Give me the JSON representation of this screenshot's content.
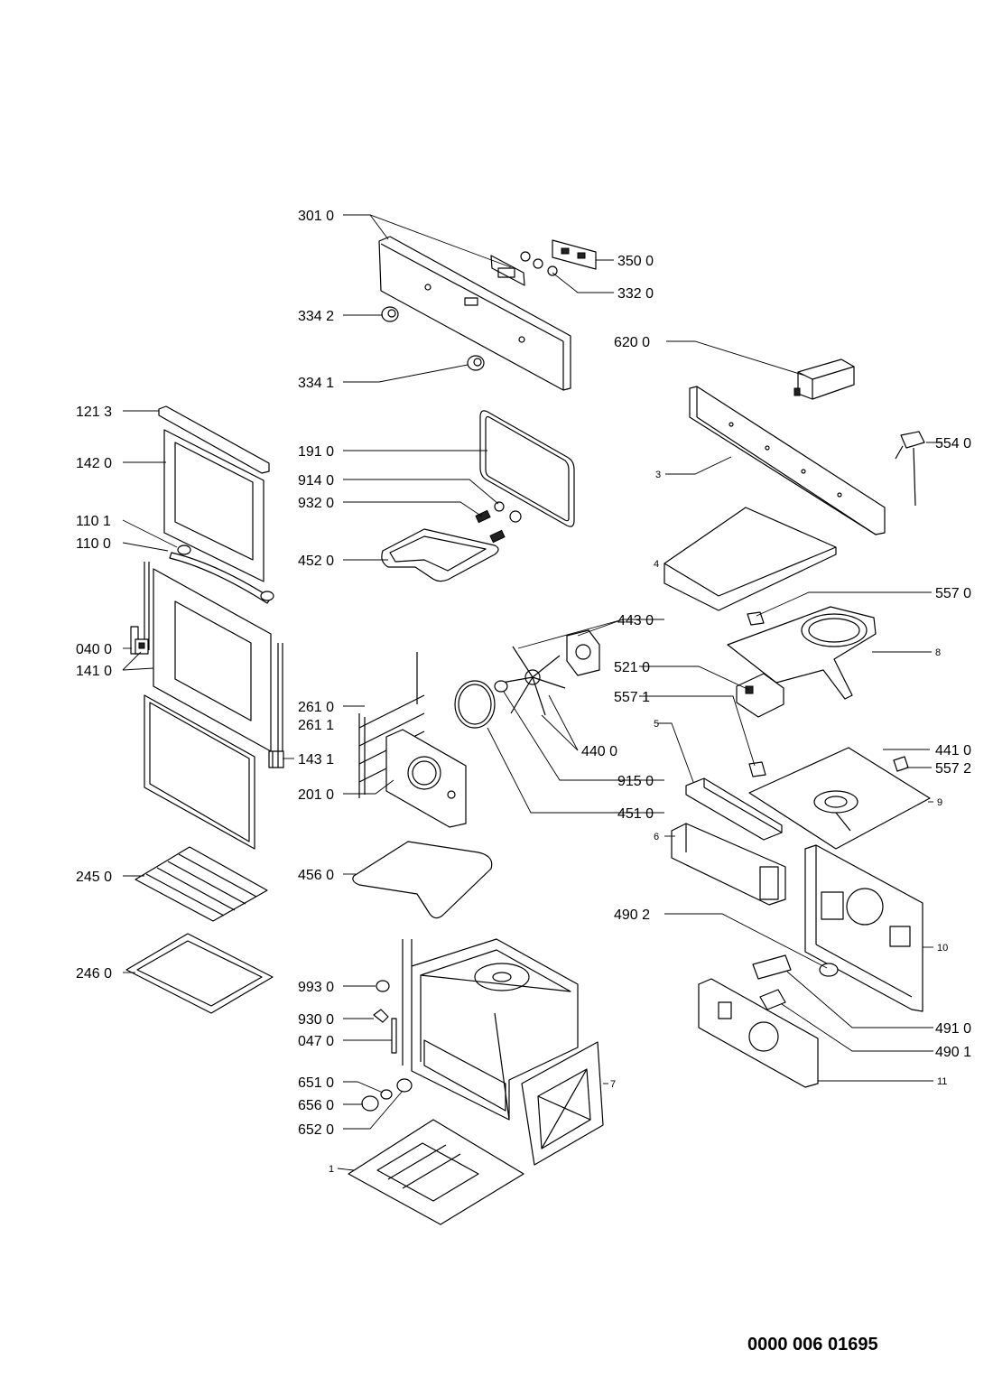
{
  "document_code": "0000 006 01695",
  "callouts": {
    "c3010": "301 0",
    "c3500": "350 0",
    "c3320": "332 0",
    "c3342": "334 2",
    "c3341": "334 1",
    "c6200": "620 0",
    "c5540": "554 0",
    "c3": "3",
    "c1213": "121 3",
    "c1420": "142 0",
    "c1910": "191 0",
    "c9140": "914 0",
    "c9320": "932 0",
    "c1101": "110 1",
    "c1100": "110 0",
    "c4520": "452 0",
    "c4": "4",
    "c5570": "557 0",
    "c4430": "443 0",
    "c0400": "040 0",
    "c8": "8",
    "c5210": "521 0",
    "c1410": "141 0",
    "c5571": "557 1",
    "c2610": "261 0",
    "c2611": "261 1",
    "c5": "5",
    "c4410": "441 0",
    "c4400": "440 0",
    "c1431": "143 1",
    "c9150": "915 0",
    "c5572": "557 2",
    "c2010": "201 0",
    "c9": "9",
    "c4510": "451 0",
    "c6": "6",
    "c2450": "245 0",
    "c4560": "456 0",
    "c4902": "490 2",
    "c2460": "246 0",
    "c10": "10",
    "c9930": "993 0",
    "c9300": "930 0",
    "c0470": "047 0",
    "c4910": "491 0",
    "c4901": "490 1",
    "c6510": "651 0",
    "c7": "7",
    "c11": "11",
    "c6560": "656 0",
    "c6520": "652 0",
    "c1": "1"
  }
}
